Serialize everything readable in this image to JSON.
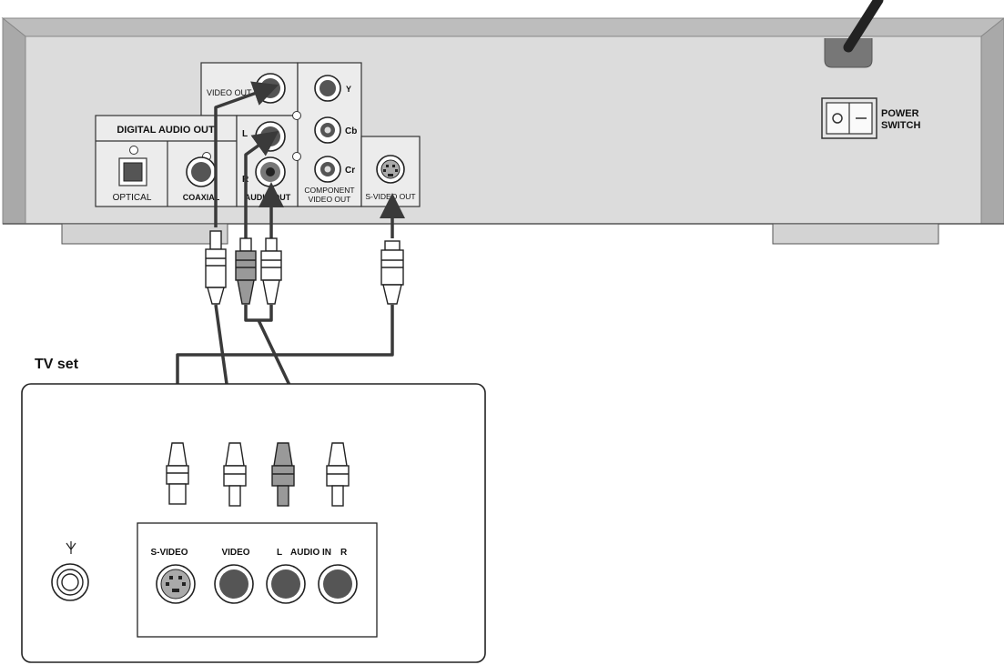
{
  "player_panel": {
    "video_out": "VIDEO OUT",
    "digital_audio_out": "DIGITAL AUDIO OUT",
    "optical": "OPTICAL",
    "coaxial": "COAXIAL",
    "audio_l": "L",
    "audio_r": "R",
    "audio_out": "AUDIO OUT",
    "comp_y": "Y",
    "comp_cb": "Cb",
    "comp_cr": "Cr",
    "component_line1": "COMPONENT",
    "component_line2": "VIDEO OUT",
    "svideo_out": "S-VIDEO OUT",
    "power_line1": "POWER",
    "power_line2": "SWITCH",
    "power_off_symbol": "O",
    "power_on_symbol": "—"
  },
  "tv": {
    "title": "TV set",
    "svideo": "S-VIDEO",
    "video": "VIDEO",
    "audio_l": "L",
    "audio_in": "AUDIO IN",
    "audio_r": "R"
  },
  "colors": {
    "panel": "#dcdcdc",
    "bevel": "#b4b4b4",
    "cable": "#3a3a3a",
    "jack": "#555555"
  },
  "icons": [
    "antenna-icon",
    "power-switch-icon",
    "arrow-icon"
  ]
}
